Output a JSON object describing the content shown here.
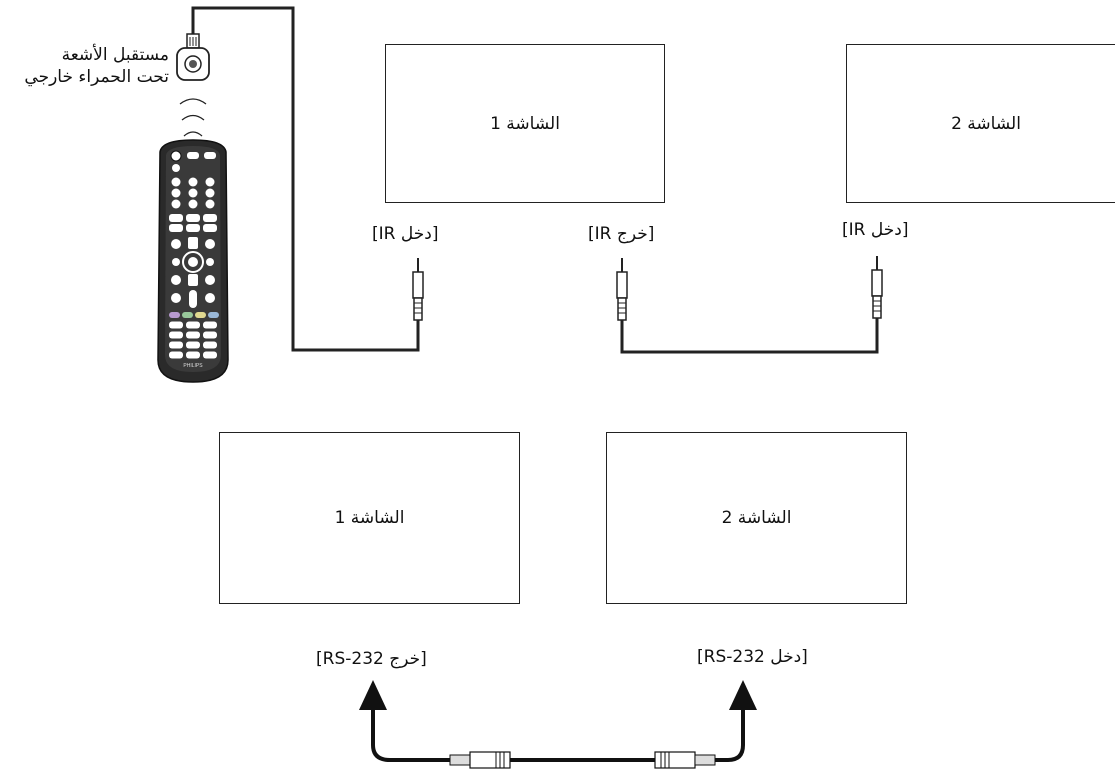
{
  "ir_receiver": {
    "caption_line1": "مستقبل الأشعة",
    "caption_line2": "تحت الحمراء خارجي"
  },
  "remote": {
    "brand": "PHILIPS",
    "icon": "remote-control-icon"
  },
  "ir_diagram": {
    "display1": "الشاشة 1",
    "display2": "الشاشة 2",
    "display1_ir_in": "[دخل IR]",
    "display1_ir_out": "[خرج IR]",
    "display2_ir_in": "[دخل IR]"
  },
  "rs232_diagram": {
    "display1": "الشاشة 1",
    "display2": "الشاشة 2",
    "display1_rs232_out": "[خرج RS-232]",
    "display2_rs232_in": "[دخل RS-232]"
  },
  "colors": {
    "line": "#222222",
    "remote_button_purple": "#b89ad0",
    "remote_button_green": "#98c89a",
    "remote_button_yellow": "#e0d890",
    "remote_button_blue": "#9ab8d8"
  }
}
